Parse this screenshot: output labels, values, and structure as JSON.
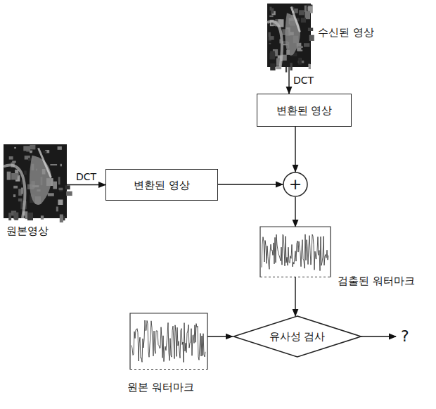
{
  "diagram": {
    "nodes": [
      {
        "text": [
          "수신된 영상"
        ]
      },
      {
        "text": [
          "변환된 영상"
        ]
      },
      {
        "text": [
          "원본영상"
        ]
      },
      {
        "text": [
          "변환된 영상"
        ]
      },
      {
        "text": [
          "+"
        ]
      },
      {
        "text": [
          "검출된 워터마크"
        ]
      },
      {
        "text": [
          "원본 워터마크"
        ]
      },
      {
        "text": [
          "유사성 검사"
        ]
      }
    ],
    "edges": [
      {
        "from": 0,
        "to": 1,
        "label": "DCT",
        "arrow": "to"
      },
      {
        "from": 2,
        "to": 3,
        "label": "DCT",
        "arrow": "to"
      },
      {
        "from": 3,
        "to": 4,
        "arrow": "to"
      },
      {
        "from": 1,
        "to": 4,
        "arrow": "to"
      },
      {
        "from": 4,
        "to": 5,
        "arrow": "to"
      },
      {
        "from": 5,
        "to": 7,
        "arrow": "to"
      },
      {
        "from": 6,
        "to": 7,
        "arrow": "to"
      }
    ],
    "labels": [
      "?"
    ]
  }
}
